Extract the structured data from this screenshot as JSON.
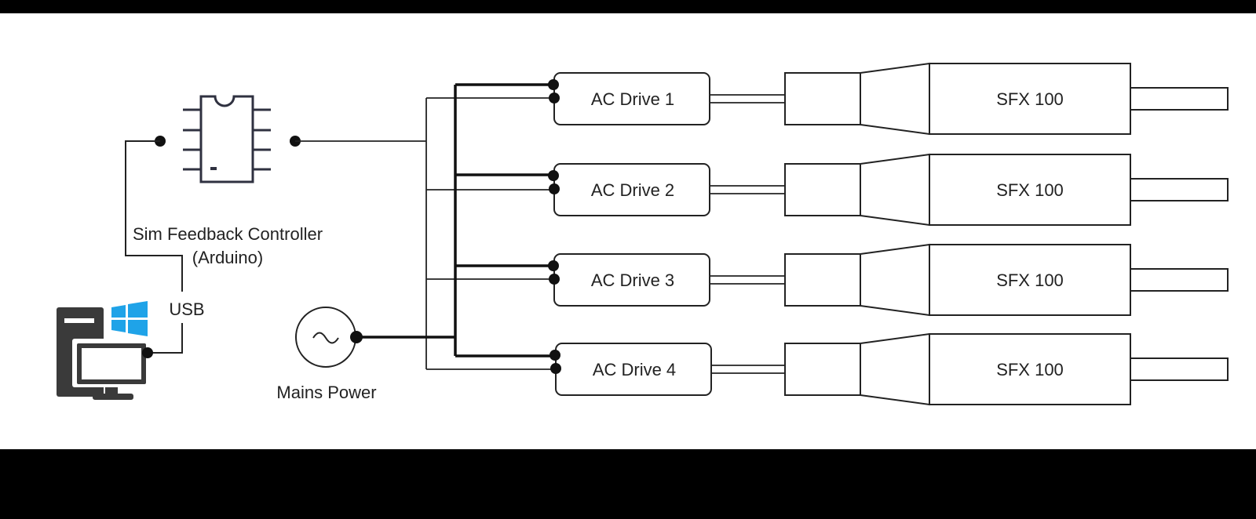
{
  "controller": {
    "label_line1": "Sim Feedback Controller",
    "label_line2": "(Arduino)",
    "icon": "microchip-icon"
  },
  "pc": {
    "icon": "windows-pc-icon",
    "link_label": "USB"
  },
  "mains": {
    "label": "Mains Power",
    "icon": "ac-source-icon"
  },
  "drives": [
    {
      "label": "AC Drive 1",
      "actuator": "SFX 100"
    },
    {
      "label": "AC Drive 2",
      "actuator": "SFX 100"
    },
    {
      "label": "AC Drive 3",
      "actuator": "SFX 100"
    },
    {
      "label": "AC Drive 4",
      "actuator": "SFX 100"
    }
  ],
  "colors": {
    "frame": "#000000",
    "background": "#ffffff",
    "stroke": "#111111",
    "chip": "#2f3140",
    "pc": "#3a3a3a",
    "windows_logo": "#1fa3e8"
  }
}
